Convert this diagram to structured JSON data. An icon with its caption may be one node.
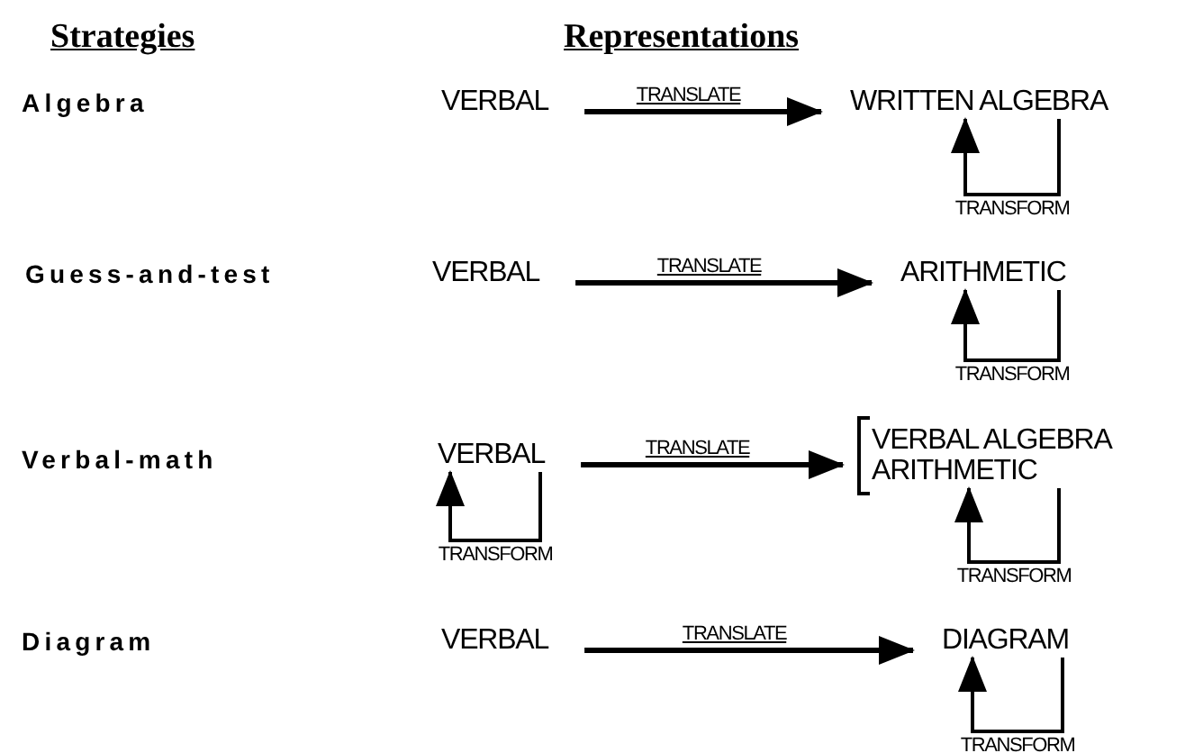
{
  "diagram": {
    "nodes": [
      {
        "text": [
          "VERBAL"
        ]
      },
      {
        "text": [
          "WRITTEN ALGEBRA"
        ]
      },
      {
        "text": [
          "VERBAL"
        ]
      },
      {
        "text": [
          "ARITHMETIC"
        ]
      },
      {
        "text": [
          "VERBAL"
        ]
      },
      {
        "text": [
          "VERBAL ALGEBRA",
          "ARITHMETIC"
        ]
      },
      {
        "text": [
          "VERBAL"
        ]
      },
      {
        "text": [
          "DIAGRAM"
        ]
      }
    ],
    "edges": [
      {
        "from": 0,
        "to": 1,
        "arrow": "to",
        "label": "TRANSLATE"
      },
      {
        "from": 1,
        "to": 1,
        "arrow": "to",
        "label": "TRANSFORM"
      },
      {
        "from": 2,
        "to": 3,
        "arrow": "to",
        "label": "TRANSLATE"
      },
      {
        "from": 3,
        "to": 3,
        "arrow": "to",
        "label": "TRANSFORM"
      },
      {
        "from": 4,
        "to": 5,
        "arrow": "to",
        "label": "TRANSLATE"
      },
      {
        "from": 4,
        "to": 4,
        "arrow": "to",
        "label": "TRANSFORM"
      },
      {
        "from": 5,
        "to": 5,
        "arrow": "to",
        "label": "TRANSFORM"
      },
      {
        "from": 6,
        "to": 7,
        "arrow": "to",
        "label": "TRANSLATE"
      },
      {
        "from": 7,
        "to": 7,
        "arrow": "to",
        "label": "TRANSFORM"
      }
    ],
    "labels": [
      "Strategies",
      "Representations",
      "Algebra",
      "Guess-and-test",
      "Verbal-math",
      "Diagram"
    ]
  }
}
